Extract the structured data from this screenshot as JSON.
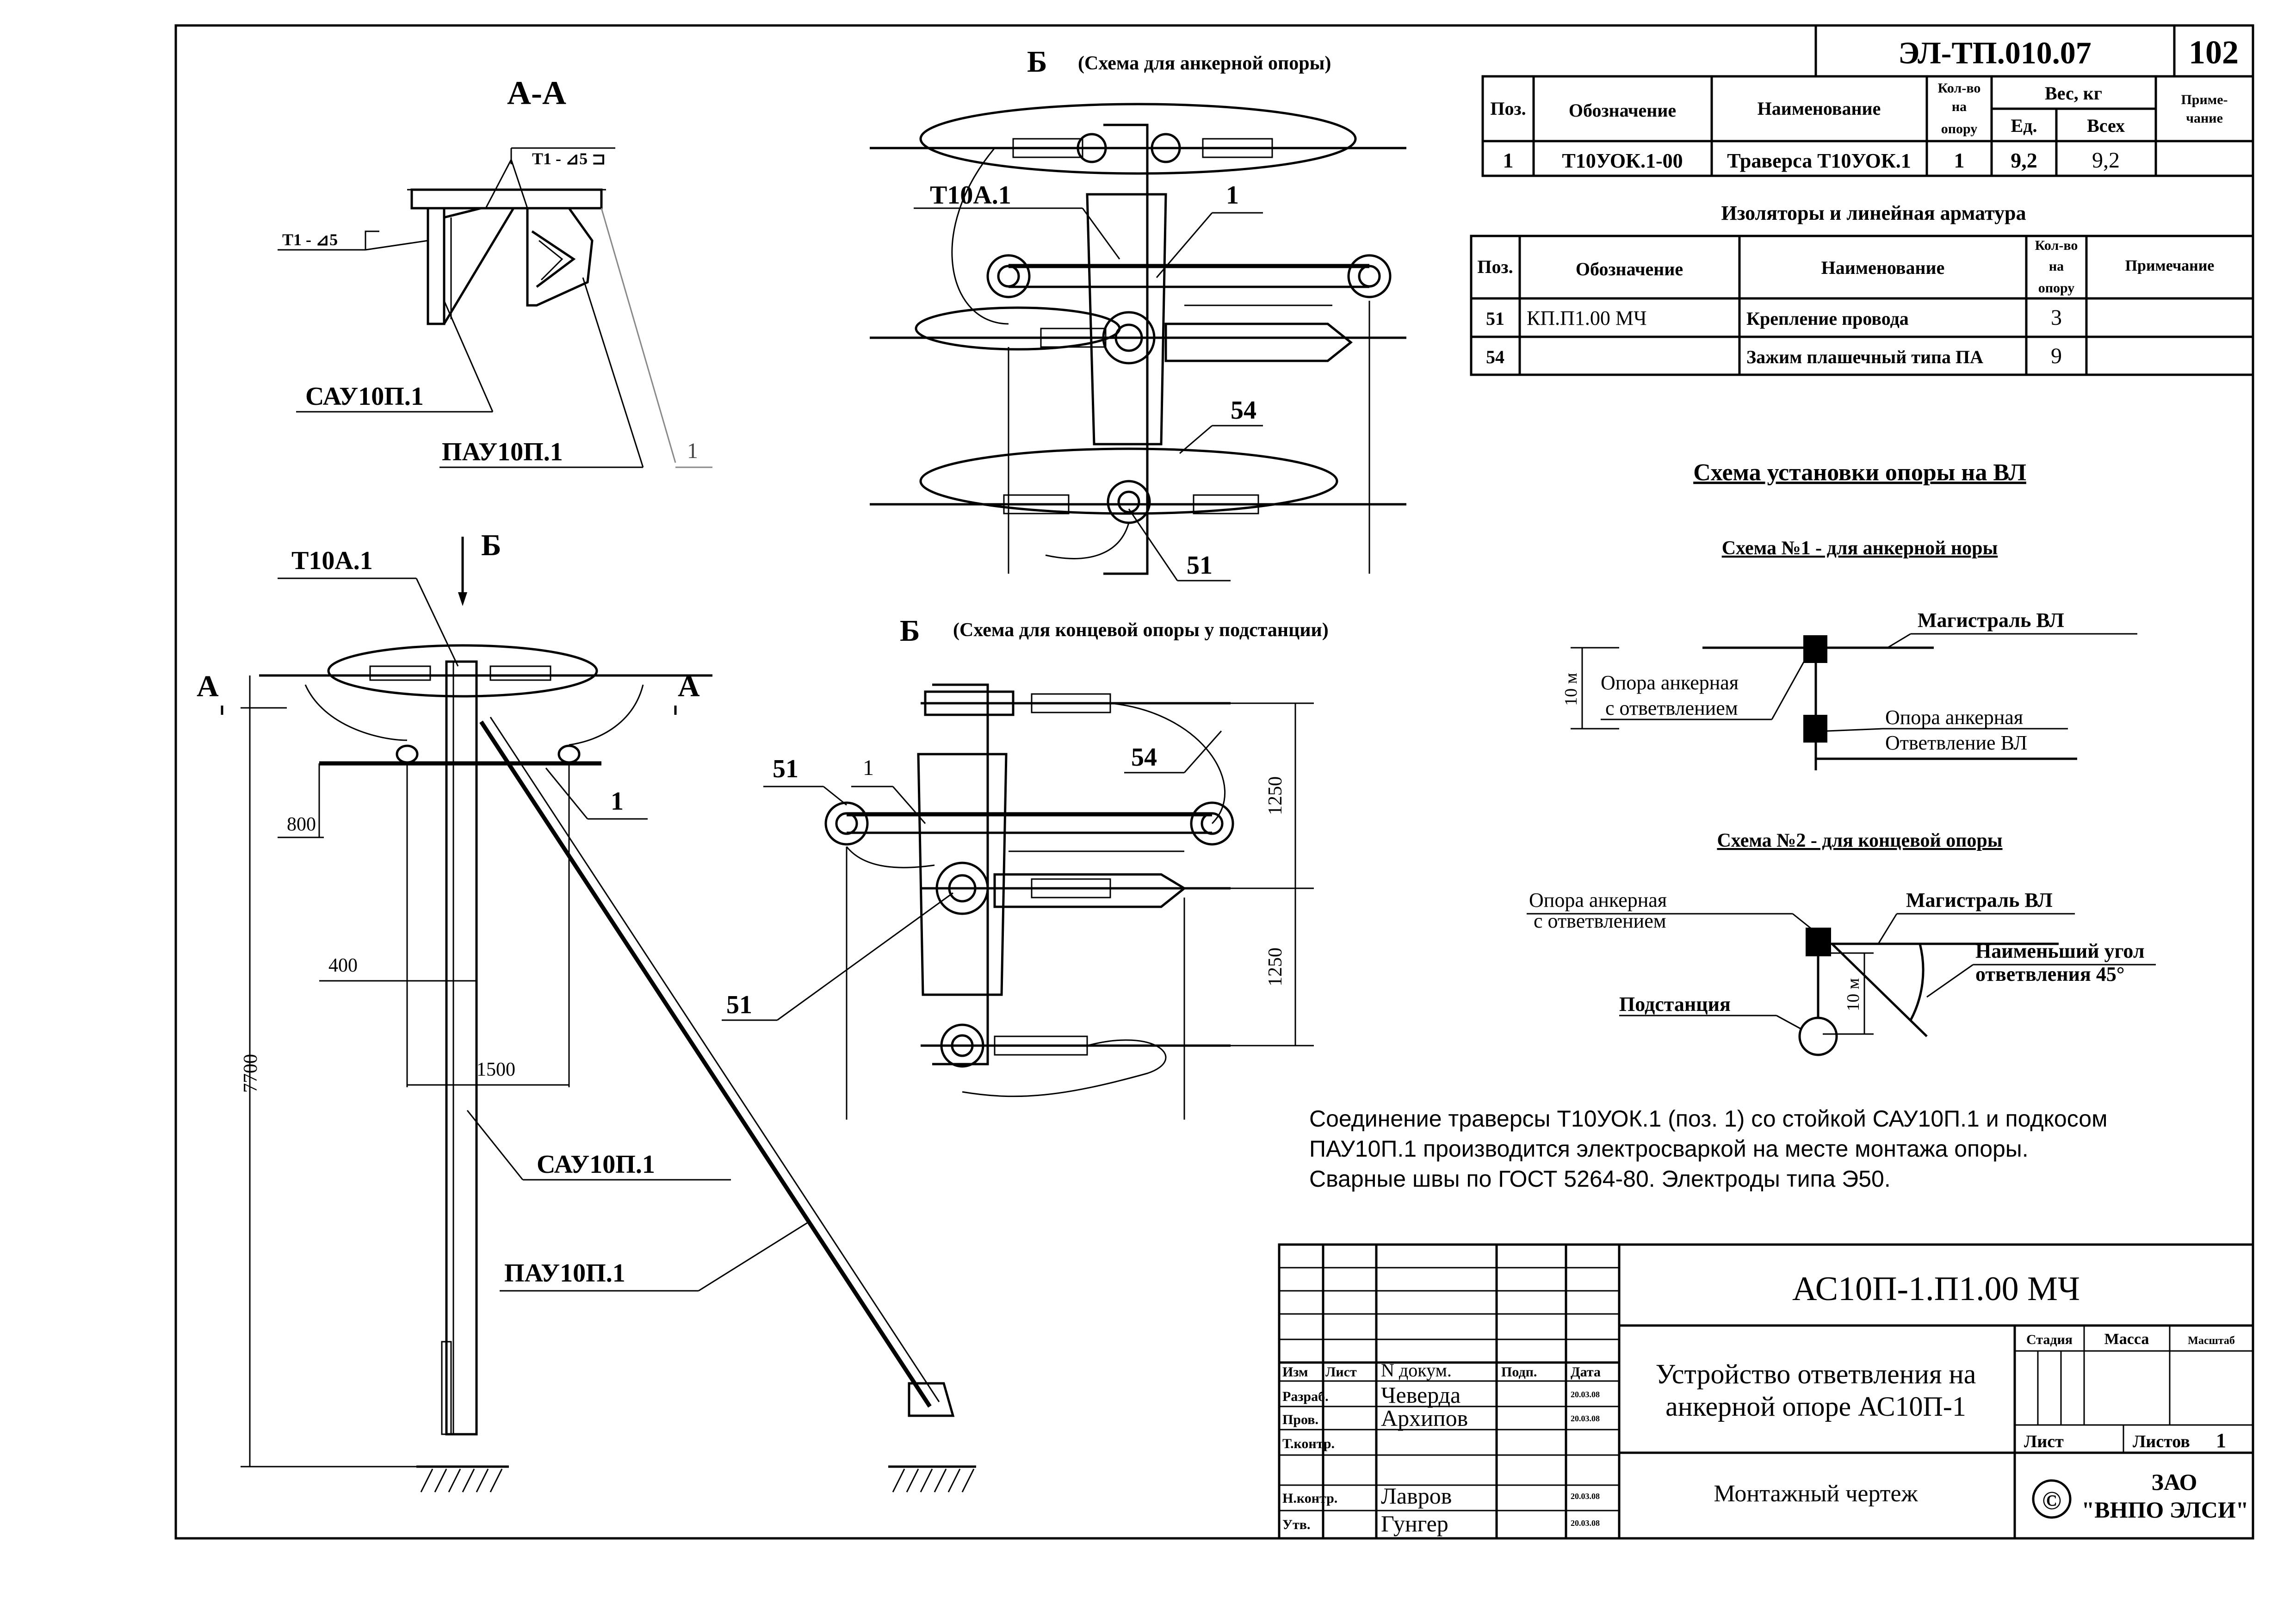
{
  "sheet": {
    "doc_code": "ЭЛ-ТП.010.07",
    "page_number": "102"
  },
  "parts_table": {
    "headers": {
      "pos": "Поз.",
      "designation": "Обозначение",
      "name": "Наименование",
      "qty": [
        "Кол-во",
        "на",
        "опору"
      ],
      "weight": "Вес, кг",
      "weight_unit": "Ед.",
      "weight_total": "Всех",
      "note": [
        "Приме-",
        "чание"
      ]
    },
    "rows": [
      {
        "pos": "1",
        "designation": "Т10УОК.1-00",
        "name": "Траверса Т10УОК.1",
        "qty": "1",
        "weight_unit": "9,2",
        "weight_total": "9,2",
        "note": ""
      }
    ]
  },
  "insulators_table": {
    "title": "Изоляторы и линейная арматура",
    "headers": {
      "pos": "Поз.",
      "designation": "Обозначение",
      "name": "Наименование",
      "qty": [
        "Кол-во",
        "на",
        "опору"
      ],
      "note": "Примечание"
    },
    "rows": [
      {
        "pos": "51",
        "designation": "КП.П1.00 МЧ",
        "name": "Крепление провода",
        "qty": "3",
        "note": ""
      },
      {
        "pos": "54",
        "designation": "",
        "name": "Зажим плашечный типа ПА",
        "qty": "9",
        "note": ""
      }
    ]
  },
  "install_scheme": {
    "title": "Схема установки опоры на ВЛ",
    "scheme1": {
      "title": "Схема №1 - для анкерной норы",
      "mainline": "Магистраль ВЛ",
      "pole_branch": [
        "Опора анкерная",
        "с ответвлением"
      ],
      "pole_anchor": "Опора анкерная",
      "branch_line": "Ответвление ВЛ",
      "distance": "10 м"
    },
    "scheme2": {
      "title": "Схема №2 - для концевой опоры",
      "pole_branch": [
        "Опора анкерная",
        "с ответвлением"
      ],
      "mainline": "Магистраль ВЛ",
      "angle_note": [
        "Наименьший угол",
        "ответвления 45°"
      ],
      "substation": "Подстанция",
      "distance": "10 м"
    }
  },
  "notes": [
    "Соединение траверсы Т10УОК.1 (поз. 1) со стойкой САУ10П.1 и подкосом",
    "ПАУ10П.1 производится электросваркой на месте монтажа опоры.",
    "Сварные швы по ГОСТ 5264-80. Электроды типа Э50."
  ],
  "views": {
    "section_aa": {
      "title": "А-А",
      "weld_1": "Т1 - ⊿5 ⊐",
      "weld_2": "Т1 - ⊿5",
      "label_post": "САУ10П.1",
      "label_brace": "ПАУ10П.1",
      "label_item": "1"
    },
    "view_b_anchor": {
      "letter": "Б",
      "caption": "(Схема для анкерной опоры)",
      "label_crossarm": "Т10А.1",
      "label_1": "1",
      "label_54": "54",
      "label_51": "51"
    },
    "view_b_end": {
      "letter": "Б",
      "caption": "(Схема для концевой опоры у подстанции)",
      "label_51_top": "51",
      "label_1": "1",
      "label_54": "54",
      "label_51_bottom": "51",
      "dim_top": "1250",
      "dim_bottom": "1250"
    },
    "elevation": {
      "label_crossarm": "Т10А.1",
      "arrow_letter": "Б",
      "section_left": "А",
      "section_right": "А",
      "label_item": "1",
      "label_post": "САУ10П.1",
      "label_brace": "ПАУ10П.1",
      "dim_800": "800",
      "dim_400": "400",
      "dim_1500": "1500",
      "dim_7700": "7700"
    }
  },
  "title_block": {
    "drawing_code": "АС10П-1.П1.00 МЧ",
    "title_lines": [
      "Устройство ответвления на",
      "анкерной опоре АС10П-1"
    ],
    "doc_type": "Монтажный чертеж",
    "company": [
      "ЗАО",
      "\"ВНПО ЭЛСИ\""
    ],
    "copyright_symbol": "©",
    "col_headers": [
      "Изм",
      "Лист",
      "N докум.",
      "Подп.",
      "Дата"
    ],
    "stage_headers": [
      "Стадия",
      "Масса",
      "Масштаб"
    ],
    "sheet_label": "Лист",
    "sheets_label": "Листов",
    "sheets_value": "1",
    "roles": [
      {
        "role": "Разраб.",
        "name": "Чеверда",
        "date": "20.03.08"
      },
      {
        "role": "Пров.",
        "name": "Архипов",
        "date": "20.03.08"
      },
      {
        "role": "Т.контр.",
        "name": "",
        "date": ""
      },
      {
        "role": "Н.контр.",
        "name": "Лавров",
        "date": "20.03.08"
      },
      {
        "role": "Утв.",
        "name": "Гунгер",
        "date": "20.03.08"
      }
    ]
  }
}
